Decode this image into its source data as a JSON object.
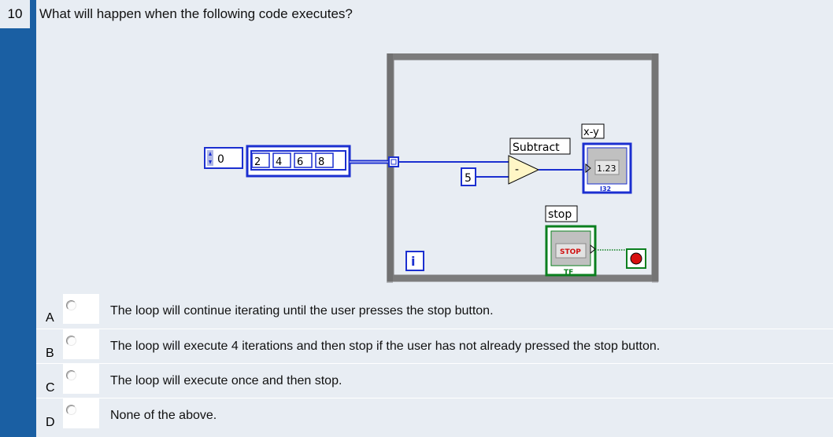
{
  "question": {
    "number": "10",
    "text": "What will happen when the following code executes?"
  },
  "diagram": {
    "index_control": "0",
    "array_values": [
      "2",
      "4",
      "6",
      "8"
    ],
    "constant_value": "5",
    "subtract_label": "Subtract",
    "subtract_symbol": "-",
    "indicator_label": "x-y",
    "indicator_value": "1.23",
    "indicator_type": "I32",
    "stop_label": "stop",
    "stop_button_text": "STOP",
    "stop_type": "TF",
    "iteration_terminal": "i"
  },
  "options": [
    {
      "letter": "A",
      "text": "The loop will continue iterating until the user presses the stop button."
    },
    {
      "letter": "B",
      "text": "The loop will execute 4 iterations and then stop if the user has not already pressed the stop button."
    },
    {
      "letter": "C",
      "text": "The loop will execute once and then stop."
    },
    {
      "letter": "D",
      "text": "None of the above."
    }
  ],
  "colors": {
    "strip": "#1a5fa3",
    "content_bg": "#e8edf3",
    "wire_blue": "#1b2fd0",
    "loop_gray": "#7c7c7c",
    "bool_green": "#0a7f1e"
  }
}
